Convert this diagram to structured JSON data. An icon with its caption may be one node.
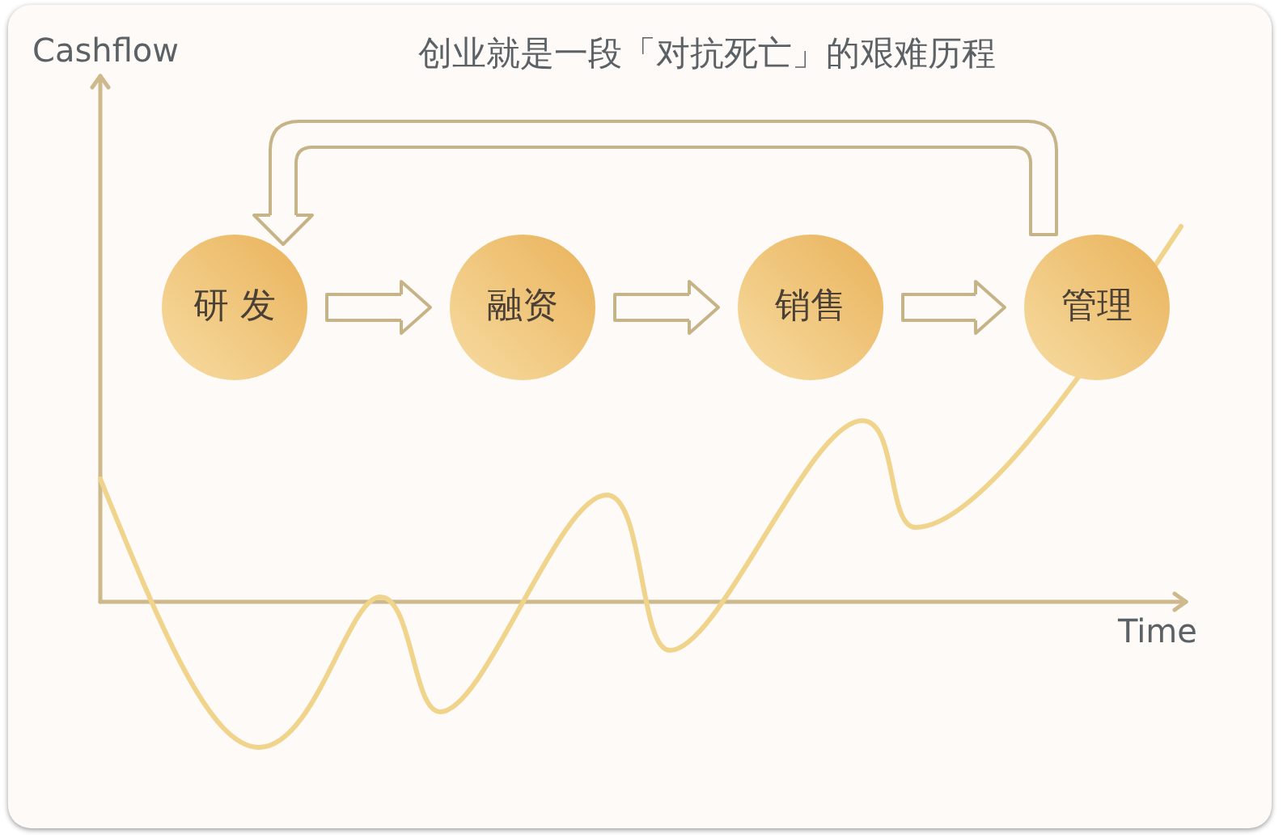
{
  "diagram": {
    "title": "创业就是一段「对抗死亡」的艰难历程",
    "nodes": [
      {
        "text": [
          "研 发"
        ]
      },
      {
        "text": [
          "融资"
        ]
      },
      {
        "text": [
          "销售"
        ]
      },
      {
        "text": [
          "管理"
        ]
      }
    ],
    "edges": [
      {
        "from": 0,
        "to": 1,
        "arrow": "to"
      },
      {
        "from": 1,
        "to": 2,
        "arrow": "to"
      },
      {
        "from": 2,
        "to": 3,
        "arrow": "to"
      },
      {
        "from": 3,
        "to": 0,
        "arrow": "to"
      }
    ],
    "labels": [
      "Cashflow",
      "Time"
    ]
  }
}
